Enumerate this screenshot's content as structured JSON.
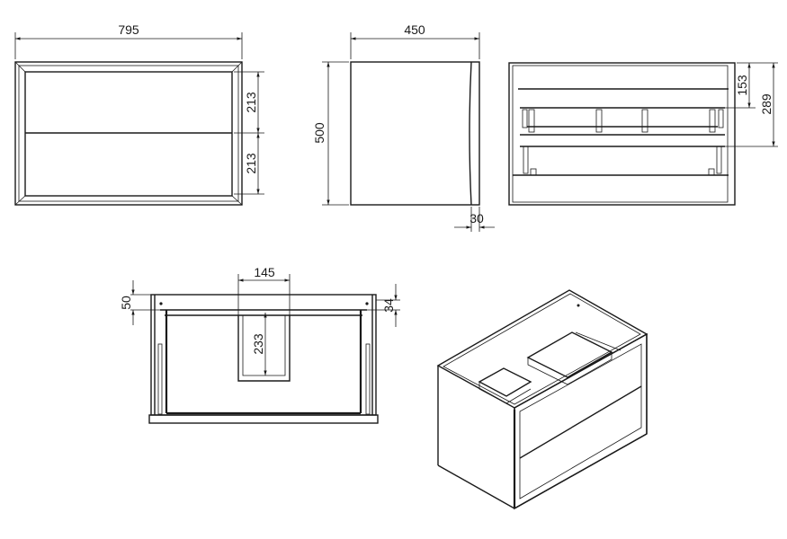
{
  "colors": {
    "line": "#1a1a1a",
    "background": "#ffffff"
  },
  "front_view": {
    "width": "795",
    "drawer_top_height": "213",
    "drawer_bottom_height": "213"
  },
  "side_view": {
    "width": "450",
    "height": "500",
    "front_thickness": "30"
  },
  "back_view": {
    "dim_upper": "153",
    "dim_lower": "289"
  },
  "top_view": {
    "cutout_width": "145",
    "cutout_depth": "233",
    "rear_offset_left": "50",
    "rear_offset_right": "34"
  }
}
